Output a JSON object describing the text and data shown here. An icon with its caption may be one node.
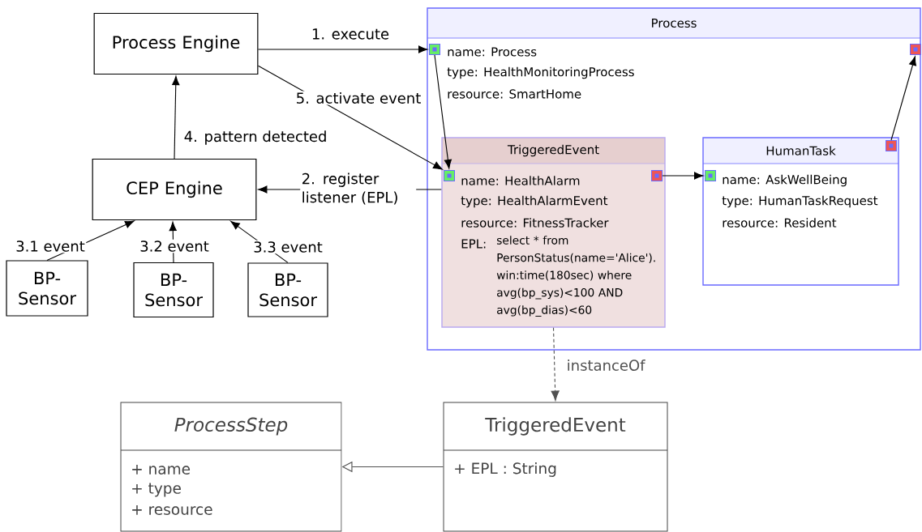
{
  "diagram": {
    "nodes": [
      {
        "text": [
          "Process Engine"
        ]
      },
      {
        "text": [
          "CEP Engine"
        ]
      },
      {
        "text": [
          "BP-Sensor"
        ]
      },
      {
        "text": [
          "BP-Sensor"
        ]
      },
      {
        "text": [
          "BP-Sensor"
        ]
      },
      {
        "text": [
          "Process",
          "name: Process",
          "type: HealthMonitoringProcess",
          "resource: SmartHome"
        ]
      },
      {
        "text": [],
        "shape": "box",
        "in": 5
      },
      {
        "text": [],
        "shape": "box",
        "in": 5
      },
      {
        "text": [
          "TriggeredEvent",
          "name: HealthAlarm",
          "type: HealthAlarmEvent",
          "resource: FitnessTracker",
          "EPL:",
          "select * from PersonStatus(name='Alice'). win:time(180sec) where avg(bp_sys)<100 AND avg(bp_dias)<60"
        ],
        "in": 5
      },
      {
        "text": [],
        "shape": "box",
        "in": 8
      },
      {
        "text": [],
        "shape": "box",
        "in": 8
      },
      {
        "text": [
          "HumanTask",
          "name: AskWellBeing",
          "type: HumanTaskRequest",
          "resource: Resident"
        ],
        "in": 5
      },
      {
        "text": [],
        "shape": "box",
        "in": 11
      },
      {
        "text": [],
        "shape": "box",
        "in": 11
      },
      {
        "text": [
          "*ProcessStep*",
          "+ name",
          "+ type",
          "+ resource"
        ]
      },
      {
        "text": [
          "TriggeredEvent",
          "+ EPL : String"
        ]
      }
    ],
    "edges": [
      {
        "from": 0,
        "to": 6,
        "arrow": "to",
        "label": "1. execute"
      },
      {
        "from": 0,
        "to": 9,
        "arrow": "to",
        "label": "5. activate event"
      },
      {
        "from": 8,
        "to": 1,
        "arrow": "to",
        "label": "2. register listener (EPL)"
      },
      {
        "from": 1,
        "to": 0,
        "arrow": "to",
        "label": "4. pattern detected"
      },
      {
        "from": 2,
        "to": 1,
        "arrow": "to",
        "label": "3.1 event"
      },
      {
        "from": 3,
        "to": 1,
        "arrow": "to",
        "label": "3.2 event"
      },
      {
        "from": 4,
        "to": 1,
        "arrow": "to",
        "label": "3.3 event"
      },
      {
        "from": 6,
        "to": 9,
        "arrow": "to"
      },
      {
        "from": 10,
        "to": 12,
        "arrow": "to"
      },
      {
        "from": 13,
        "to": 7,
        "arrow": "to"
      },
      {
        "from": 8,
        "to": 15,
        "arrow": "to",
        "label": "instanceOf",
        "style": "dashed",
        "color": "#505050"
      },
      {
        "from": 15,
        "to": 14,
        "arrow": "to",
        "color": "#505050"
      }
    ]
  }
}
